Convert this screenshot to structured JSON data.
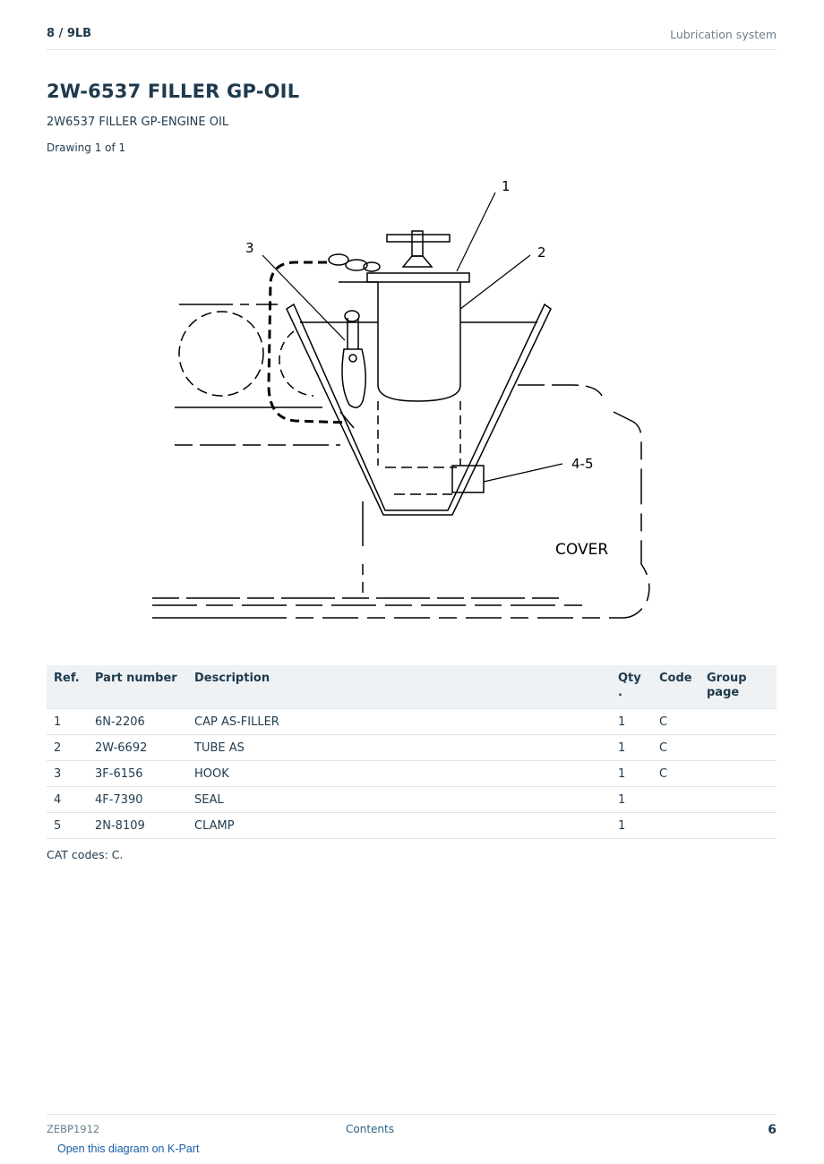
{
  "header": {
    "page_ref": "8  /  9LB",
    "section": "Lubrication system"
  },
  "title": "2W-6537 FILLER GP-OIL",
  "subtitle": "2W6537 FILLER GP-ENGINE OIL",
  "drawing_count": "Drawing 1 of 1",
  "diagram": {
    "callouts": [
      "1",
      "2",
      "3",
      "4-5"
    ],
    "label_cover": "COVER"
  },
  "table": {
    "headers": {
      "ref": "Ref.",
      "part_number": "Part number",
      "description": "Description",
      "qty": "Qty .",
      "code": "Code",
      "group_page": "Group page"
    },
    "rows": [
      {
        "ref": "1",
        "part_number": "6N-2206",
        "description": "CAP AS-FILLER",
        "qty": "1",
        "code": "C",
        "group_page": ""
      },
      {
        "ref": "2",
        "part_number": "2W-6692",
        "description": "TUBE AS",
        "qty": "1",
        "code": "C",
        "group_page": ""
      },
      {
        "ref": "3",
        "part_number": "3F-6156",
        "description": "HOOK",
        "qty": "1",
        "code": "C",
        "group_page": ""
      },
      {
        "ref": "4",
        "part_number": "4F-7390",
        "description": "SEAL",
        "qty": "1",
        "code": "",
        "group_page": ""
      },
      {
        "ref": "5",
        "part_number": "2N-8109",
        "description": "CLAMP",
        "qty": "1",
        "code": "",
        "group_page": ""
      }
    ]
  },
  "cat_codes": "CAT codes: C.",
  "footer": {
    "doc_id": "ZEBP1912",
    "contents_link": "Contents",
    "page_number": "6",
    "kpart_link": "Open this diagram on K-Part"
  }
}
